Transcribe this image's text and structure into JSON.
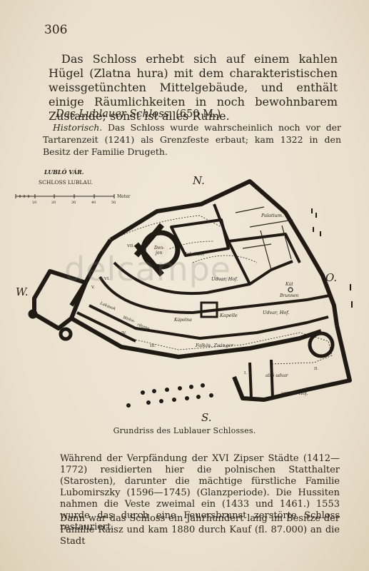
{
  "page_number": "306",
  "para1": "Das Schloss erhebt sich auf einem kahlen Hügel (Zlatna hura) mit dem charakteristischen weissgetünchten Mittelgebäude, und enthält einige Räumlichkeiten in noch bewohnbarem Zustande; sonst ist alles Ruine.",
  "heading": {
    "title": "Das Lublauer Schloss.",
    "height": "(650 M.)"
  },
  "historisch": {
    "label": "Historisch.",
    "text": "Das Schloss wurde wahrscheinlich noch vor der Tartarenzeit (1241) als Grenzfeste erbaut; kam 1322 in den Besitz der Familie Drugeth."
  },
  "plan": {
    "title_line1": "LUBLÓ VÁR.",
    "title_line2": "SCHLOSS LUBLAU.",
    "scale_unit": "Meter",
    "scale_ticks": [
      "10",
      "20",
      "30",
      "40",
      "50"
    ],
    "compass": {
      "north": "N.",
      "south": "S.",
      "west": "W.",
      "east": "O."
    },
    "rooms": {
      "palatium_top": "Palatium.",
      "donjon_1": "Don-",
      "donjon_2": "jon",
      "palatium_left": "Palatium",
      "udvar_hof_top": "Udvar, Hof.",
      "kut": "Kút",
      "brunnen": "Brunnen",
      "kapolna": "Kápolna",
      "kapelle": "Kapelle",
      "udvar_hof_mid": "Udvar, Hof.",
      "lakasok": "Lakások",
      "wohn": "Wohn-",
      "raume": "räume",
      "zwinger": "Falkös. Zwinger",
      "also_udvar": "alsó udvar",
      "unterer_hof": "unterer Hof."
    },
    "numerals": [
      "VII.",
      "VI.",
      "V.",
      "IV.",
      "III.",
      "II.",
      "I."
    ]
  },
  "caption": "Grundriss des Lublauer Schlosses.",
  "para2": "Während der Verpfändung der XVI Zipser Städte (1412—1772) residierten hier die polnischen Statthalter (Starosten), darunter die mächtige fürstliche Familie Lubomirszky (1596—1745) (Glanzperiode). Die Hussiten nahmen die Veste zweimal ein (1433 und 1461.) 1553 wurde das durch eine Feuersbrunst zerstörte Schloss restauriert.",
  "para3": "Dann war das Schloss ein Jahrhundert lang im Besitze der Familie Raisz und kam 1880 durch Kauf (fl. 87.000) an die Stadt",
  "watermark": "delcampe"
}
